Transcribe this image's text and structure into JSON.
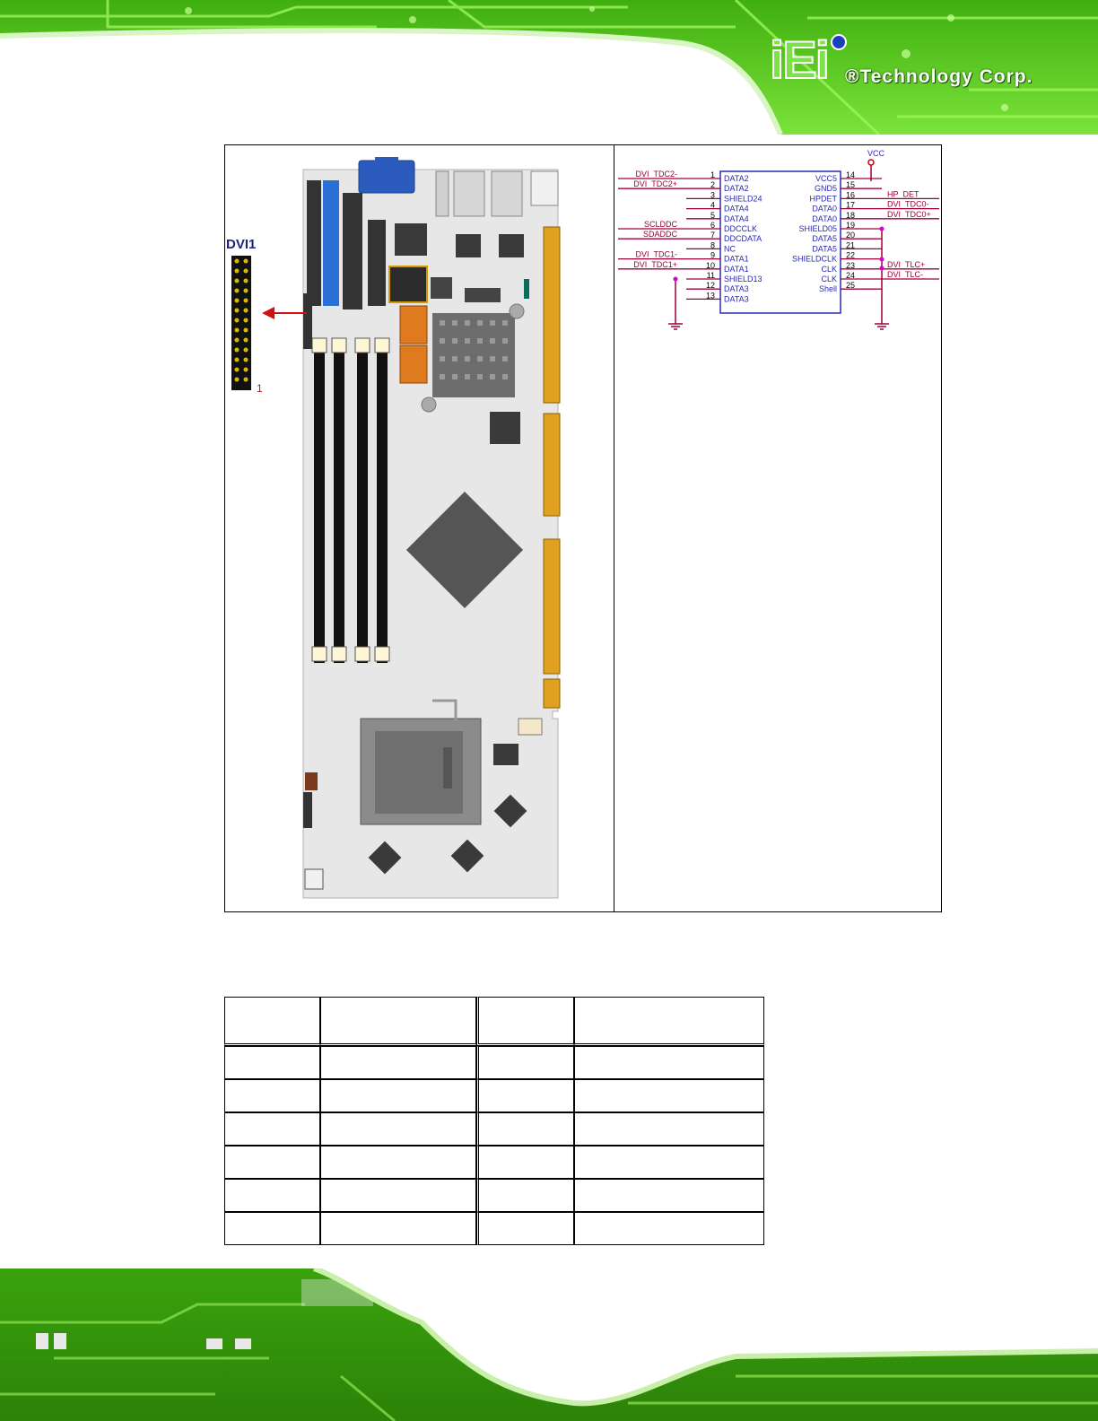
{
  "header": {
    "logo_mark": "iEi",
    "logo_text": "®Technology Corp."
  },
  "figure": {
    "connector_label": "DVI1",
    "pin1_label": "1"
  },
  "schematic": {
    "vcc_label": "VCC",
    "left_pins": [
      {
        "num": "1",
        "name": "DATA2",
        "net": "DVI_TDC2-"
      },
      {
        "num": "2",
        "name": "DATA2",
        "net": "DVI_TDC2+"
      },
      {
        "num": "3",
        "name": "SHIELD24",
        "net": ""
      },
      {
        "num": "4",
        "name": "DATA4",
        "net": ""
      },
      {
        "num": "5",
        "name": "DATA4",
        "net": ""
      },
      {
        "num": "6",
        "name": "DDCCLK",
        "net": "SCLDDC"
      },
      {
        "num": "7",
        "name": "DDCDATA",
        "net": "SDADDC"
      },
      {
        "num": "8",
        "name": "NC",
        "net": ""
      },
      {
        "num": "9",
        "name": "DATA1",
        "net": "DVI_TDC1-"
      },
      {
        "num": "10",
        "name": "DATA1",
        "net": "DVI_TDC1+"
      },
      {
        "num": "11",
        "name": "SHIELD13",
        "net": ""
      },
      {
        "num": "12",
        "name": "DATA3",
        "net": ""
      },
      {
        "num": "13",
        "name": "DATA3",
        "net": ""
      }
    ],
    "right_pins": [
      {
        "num": "14",
        "name": "VCC5",
        "net": ""
      },
      {
        "num": "15",
        "name": "GND5",
        "net": ""
      },
      {
        "num": "16",
        "name": "HPDET",
        "net": "HP_DET"
      },
      {
        "num": "17",
        "name": "DATA0",
        "net": "DVI_TDC0-"
      },
      {
        "num": "18",
        "name": "DATA0",
        "net": "DVI_TDC0+"
      },
      {
        "num": "19",
        "name": "SHIELD05",
        "net": ""
      },
      {
        "num": "20",
        "name": "DATA5",
        "net": ""
      },
      {
        "num": "21",
        "name": "DATA5",
        "net": ""
      },
      {
        "num": "22",
        "name": "SHIELDCLK",
        "net": ""
      },
      {
        "num": "23",
        "name": "CLK",
        "net": "DVI_TLC+"
      },
      {
        "num": "24",
        "name": "CLK",
        "net": "DVI_TLC-"
      },
      {
        "num": "25",
        "name": "Shell",
        "net": ""
      }
    ]
  },
  "table": {
    "rows": [
      [
        "",
        "",
        "",
        ""
      ],
      [
        "",
        "",
        "",
        ""
      ],
      [
        "",
        "",
        "",
        ""
      ],
      [
        "",
        "",
        "",
        ""
      ],
      [
        "",
        "",
        "",
        ""
      ],
      [
        "",
        "",
        "",
        ""
      ],
      [
        "",
        "",
        "",
        ""
      ]
    ]
  },
  "colors": {
    "pcb_green": "#5fd11e",
    "pcb_dark": "#2f8a0c",
    "net_red": "#a0003a",
    "schematic_blue": "#2a2ab0",
    "junction": "#d400d4",
    "arrow_red": "#d01010"
  }
}
